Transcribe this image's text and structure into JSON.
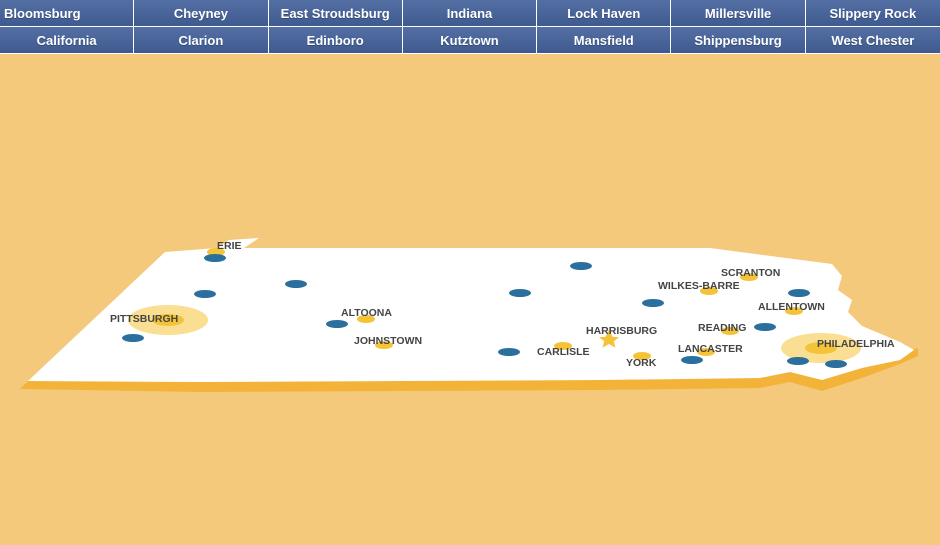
{
  "nav": {
    "row1": [
      "Bloomsburg",
      "Cheyney",
      "East Stroudsburg",
      "Indiana",
      "Lock Haven",
      "Millersville",
      "Slippery Rock"
    ],
    "row2": [
      "California",
      "Clarion",
      "Edinboro",
      "Kutztown",
      "Mansfield",
      "Shippensburg",
      "West Chester"
    ]
  },
  "map": {
    "colors": {
      "background": "#f4c97b",
      "state_top": "#ffffff",
      "state_edge": "#f3b339",
      "city_marker": "#f5c338",
      "campus_dot": "#2a6f9e",
      "nav_button": "#4a66a0"
    },
    "cities": [
      "ERIE",
      "PITTSBURGH",
      "ALTOONA",
      "JOHNSTOWN",
      "HARRISBURG",
      "CARLISLE",
      "YORK",
      "LANCASTER",
      "READING",
      "WILKES-BARRE",
      "SCRANTON",
      "ALLENTOWN",
      "PHILADELPHIA"
    ],
    "capital": "HARRISBURG",
    "capital_icon": "star-icon"
  }
}
